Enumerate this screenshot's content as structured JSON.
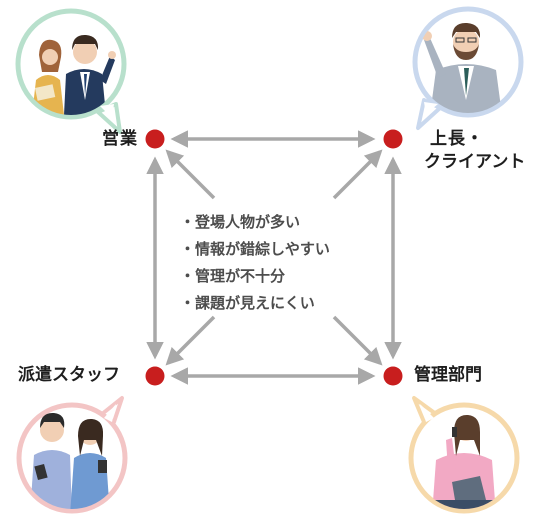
{
  "colors": {
    "node": "#c81e1e",
    "arrow": "#a8a8a8",
    "ring_sales": "#b8e0cc",
    "ring_manager": "#c9d8ee",
    "ring_staff": "#f3c5c5",
    "ring_admin": "#f6d9aa"
  },
  "nodes": {
    "sales": {
      "label": "営業"
    },
    "manager": {
      "label_line1": "上長・",
      "label_line2": "クライアント"
    },
    "staff": {
      "label": "派遣スタッフ"
    },
    "admin": {
      "label": "管理部門"
    }
  },
  "issues": [
    "・登場人物が多い",
    "・情報が錯綜しやすい",
    "・管理が不十分",
    "・課題が見えにくい"
  ],
  "illustrations": {
    "sales": "two-office-workers-illustration",
    "manager": "bearded-businessman-illustration",
    "staff": "two-staff-with-phones-illustration",
    "admin": "woman-on-phone-with-laptop-illustration"
  }
}
